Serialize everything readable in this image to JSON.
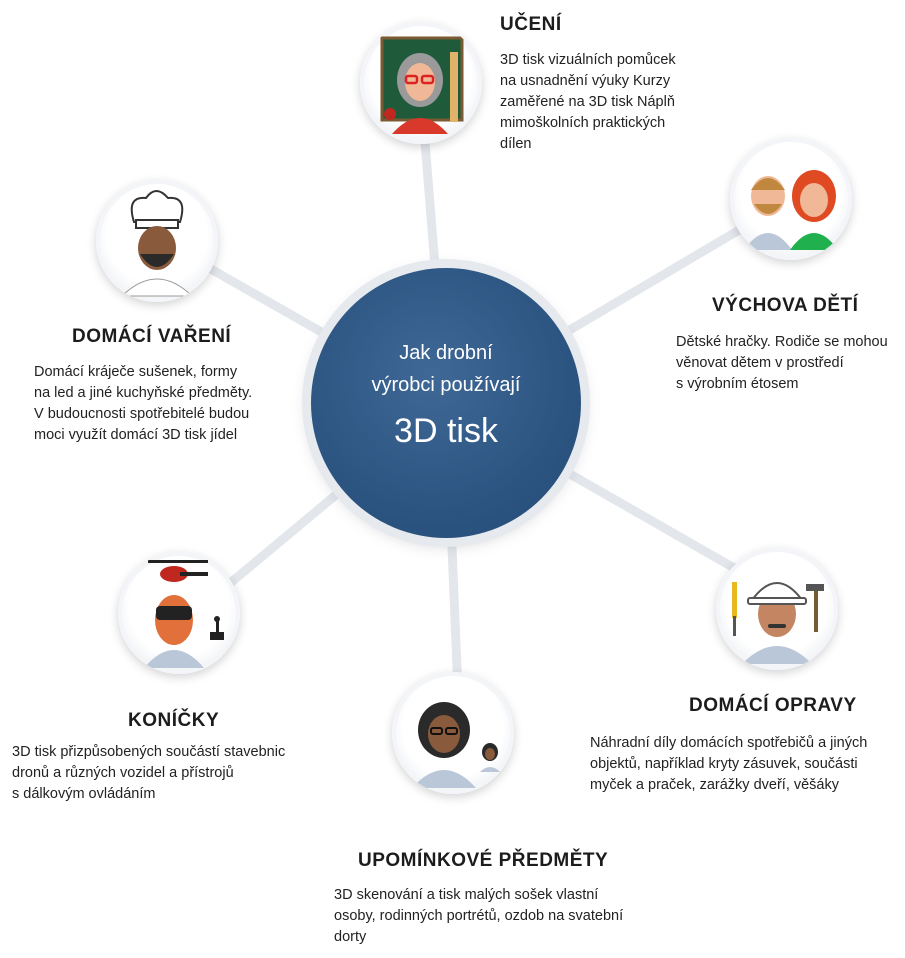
{
  "center": {
    "line1": "Jak drobní",
    "line2": "výrobci používají",
    "line3": "3D tisk",
    "color": "#2d5582"
  },
  "nodes": {
    "uceni": {
      "icon": "teacher-icon",
      "title": "UČENÍ",
      "lines": [
        "3D tisk vizuálních pomůcek",
        "na usnadnění výuky Kurzy",
        "zaměřené na 3D tisk Náplň",
        "mimoškolních praktických",
        "dílen"
      ]
    },
    "vychova": {
      "icon": "parents-icon",
      "title": "VÝCHOVA DĚTÍ",
      "lines": [
        "Dětské hračky. Rodiče se mohou",
        "věnovat dětem v prostředí",
        "s výrobním étosem"
      ]
    },
    "opravy": {
      "icon": "repairman-icon",
      "title": "DOMÁCÍ OPRAVY",
      "lines": [
        "Náhradní díly domácích spotřebičů a jiných",
        "objektů, například kryty zásuvek, součásti",
        "myček a praček, zarážky dveří, věšáky"
      ]
    },
    "upominky": {
      "icon": "figurine-icon",
      "title": "UPOMÍNKOVÉ PŘEDMĚTY",
      "lines": [
        "3D skenování a tisk malých sošek vlastní",
        "osoby, rodinných portrétů, ozdob na svatební",
        "dorty"
      ]
    },
    "konicky": {
      "icon": "hobby-icon",
      "title": "KONÍČKY",
      "lines": [
        "3D tisk přizpůsobených součástí stavebnic",
        "dronů a různých vozidel a přístrojů",
        "s dálkovým ovládáním"
      ]
    },
    "vareni": {
      "icon": "chef-icon",
      "title": "DOMÁCÍ VAŘENÍ",
      "lines": [
        "Domácí kráječe sušenek, formy",
        "na led a jiné kuchyňské předměty.",
        "V budoucnosti spotřebitelé budou",
        "moci využít domácí 3D tisk jídel"
      ]
    }
  }
}
